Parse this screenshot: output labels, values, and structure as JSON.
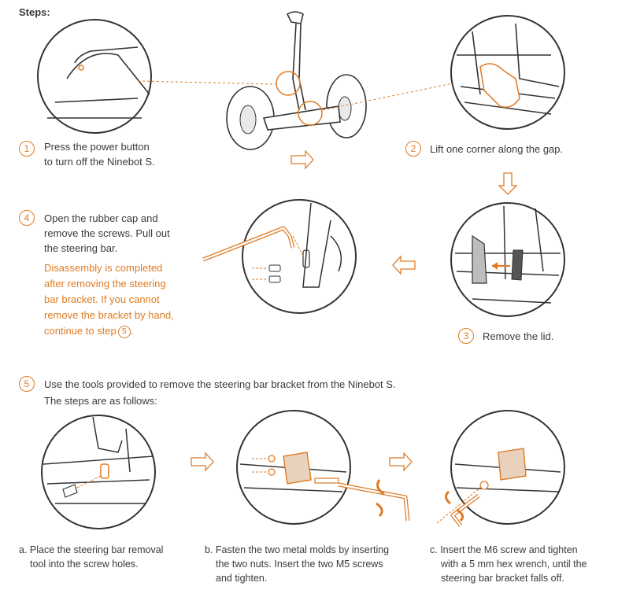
{
  "title": "Steps:",
  "steps": {
    "s1": {
      "num": "1",
      "line1": "Press the power button",
      "line2": "to turn off the Ninebot S."
    },
    "s2": {
      "num": "2",
      "text": "Lift one corner along the gap."
    },
    "s3": {
      "num": "3",
      "text": "Remove the lid."
    },
    "s4": {
      "num": "4",
      "line1": "Open the rubber cap and",
      "line2": "remove the screws. Pull out",
      "line3": "the steering bar.",
      "note1": "Disassembly is completed",
      "note2": "after removing the steering",
      "note3": "bar bracket. If you cannot",
      "note4": "remove the bracket by hand,",
      "note5": "continue to step",
      "note_ref": "5",
      "note_end": "."
    },
    "s5": {
      "num": "5",
      "line1": "Use the tools provided to remove the steering bar bracket from the Ninebot S.",
      "line2": "The steps are as follows:"
    }
  },
  "captions": {
    "a1": "a. Place the steering bar removal",
    "a2": "tool into the screw holes.",
    "b1": "b. Fasten the two metal molds by inserting",
    "b2": "the two nuts. Insert the two M5 screws",
    "b3": "and tighten.",
    "c1": "c. Insert the M6 screw and tighten",
    "c2": "with a 5 mm hex wrench, until the",
    "c3": "steering bar bracket falls off."
  },
  "colors": {
    "accent": "#e07b24",
    "line": "#333333"
  }
}
